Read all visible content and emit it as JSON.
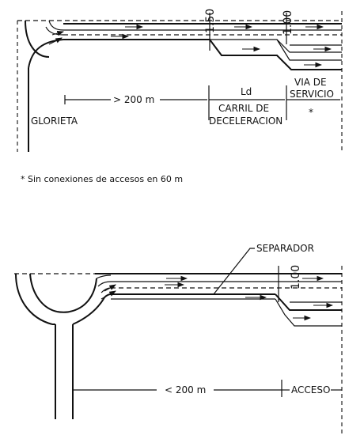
{
  "top": {
    "dim_150": "1.50",
    "dim_100": "1.00",
    "ld": "Ld",
    "via_line1": "VIA DE",
    "via_line2": "SERVICIO",
    "distance": "> 200 m",
    "carril_line1": "CARRIL DE",
    "carril_line2": "DECELERACION",
    "glorieta": "GLORIETA",
    "asterisk": "*"
  },
  "note": "* Sin conexiones de accesos en 60 m",
  "bottom": {
    "separador": "SEPARADOR",
    "dim_100": "1.00",
    "distance": "< 200 m",
    "acceso": "ACCESO"
  }
}
